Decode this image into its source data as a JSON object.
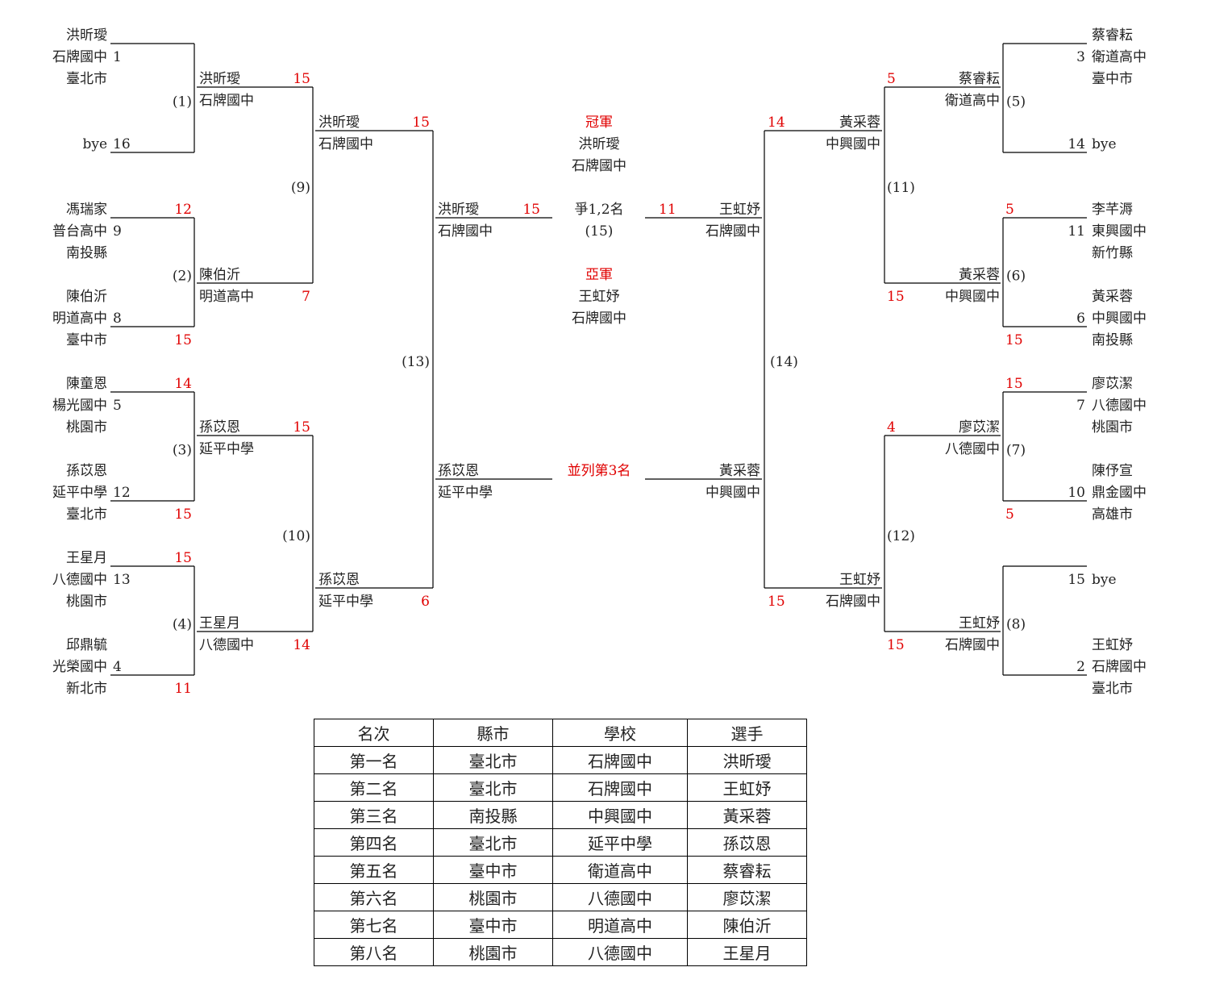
{
  "left": {
    "entries": [
      {
        "name": "洪昕璦",
        "school": "石牌國中",
        "city": "臺北市",
        "seed": "1",
        "score": ""
      },
      {
        "name": "",
        "school": "",
        "city": "",
        "seed": "16",
        "score": "",
        "bye": "bye"
      },
      {
        "name": "馮瑞家",
        "school": "普台高中",
        "city": "南投縣",
        "seed": "9",
        "score": "12"
      },
      {
        "name": "陳伯沂",
        "school": "明道高中",
        "city": "臺中市",
        "seed": "8",
        "score": "15"
      },
      {
        "name": "陳童恩",
        "school": "楊光國中",
        "city": "桃園市",
        "seed": "5",
        "score": "14"
      },
      {
        "name": "孫苡恩",
        "school": "延平中學",
        "city": "臺北市",
        "seed": "12",
        "score": "15"
      },
      {
        "name": "王星月",
        "school": "八德國中",
        "city": "桃園市",
        "seed": "13",
        "score": "15"
      },
      {
        "name": "邱鼎毓",
        "school": "光榮國中",
        "city": "新北市",
        "seed": "4",
        "score": "11"
      }
    ],
    "r1_labels": [
      "(1)",
      "(2)",
      "(3)",
      "(4)"
    ],
    "r2": [
      {
        "name": "洪昕璦",
        "school": "石牌國中",
        "score": "15"
      },
      {
        "name": "陳伯沂",
        "school": "明道高中",
        "score": "7"
      },
      {
        "name": "孫苡恩",
        "school": "延平中學",
        "score": "15"
      },
      {
        "name": "王星月",
        "school": "八德國中",
        "score": "14"
      }
    ],
    "r2_labels": [
      "(9)",
      "(10)"
    ],
    "r3": [
      {
        "name": "洪昕璦",
        "school": "石牌國中",
        "score": "15"
      },
      {
        "name": "孫苡恩",
        "school": "延平中學",
        "score": "6"
      }
    ],
    "r3_label": "(13)",
    "semi": [
      {
        "name": "洪昕璦",
        "school": "石牌國中",
        "score": "15"
      },
      {
        "name": "孫苡恩",
        "school": "延平中學",
        "score": ""
      }
    ]
  },
  "right": {
    "entries": [
      {
        "name": "蔡睿耘",
        "school": "衛道高中",
        "city": "臺中市",
        "seed": "3",
        "score": ""
      },
      {
        "name": "",
        "school": "",
        "city": "",
        "seed": "14",
        "score": "",
        "bye": "bye"
      },
      {
        "name": "李芊溽",
        "school": "東興國中",
        "city": "新竹縣",
        "seed": "11",
        "score": ""
      },
      {
        "name": "黃采蓉",
        "school": "中興國中",
        "city": "南投縣",
        "seed": "6",
        "score": ""
      },
      {
        "name": "廖苡潔",
        "school": "八德國中",
        "city": "桃園市",
        "seed": "7",
        "score": ""
      },
      {
        "name": "陳伃宣",
        "school": "鼎金國中",
        "city": "高雄市",
        "seed": "10",
        "score": ""
      },
      {
        "name": "",
        "school": "",
        "city": "",
        "seed": "15",
        "score": "",
        "bye": "bye"
      },
      {
        "name": "王虹妤",
        "school": "石牌國中",
        "city": "臺北市",
        "seed": "2",
        "score": ""
      }
    ],
    "r1_scores": [
      "5",
      "15",
      "15",
      "5"
    ],
    "r1_labels": [
      "(5)",
      "(6)",
      "(7)",
      "(8)"
    ],
    "r2": [
      {
        "name": "蔡睿耘",
        "school": "衛道高中",
        "score": "5"
      },
      {
        "name": "黃采蓉",
        "school": "中興國中",
        "score": "15"
      },
      {
        "name": "廖苡潔",
        "school": "八德國中",
        "score": "4"
      },
      {
        "name": "王虹妤",
        "school": "石牌國中",
        "score": "15"
      }
    ],
    "r2_labels": [
      "(11)",
      "(12)"
    ],
    "r3": [
      {
        "name": "黃采蓉",
        "school": "中興國中",
        "score": "14"
      },
      {
        "name": "王虹妤",
        "school": "石牌國中",
        "score": "15"
      }
    ],
    "r3_label": "(14)",
    "semi": [
      {
        "name": "王虹妤",
        "school": "石牌國中",
        "score": "11"
      },
      {
        "name": "黃采蓉",
        "school": "中興國中",
        "score": ""
      }
    ]
  },
  "center": {
    "champion_title": "冠軍",
    "champion_name": "洪昕璦",
    "champion_school": "石牌國中",
    "final_title": "爭1,2名",
    "final_label": "(15)",
    "runner_title": "亞軍",
    "runner_name": "王虹妤",
    "runner_school": "石牌國中",
    "third_title": "並列第3名"
  },
  "ranking": {
    "headers": [
      "名次",
      "縣市",
      "學校",
      "選手"
    ],
    "rows": [
      [
        "第一名",
        "臺北市",
        "石牌國中",
        "洪昕璦"
      ],
      [
        "第二名",
        "臺北市",
        "石牌國中",
        "王虹妤"
      ],
      [
        "第三名",
        "南投縣",
        "中興國中",
        "黃采蓉"
      ],
      [
        "第四名",
        "臺北市",
        "延平中學",
        "孫苡恩"
      ],
      [
        "第五名",
        "臺中市",
        "衛道高中",
        "蔡睿耘"
      ],
      [
        "第六名",
        "桃園市",
        "八德國中",
        "廖苡潔"
      ],
      [
        "第七名",
        "臺中市",
        "明道高中",
        "陳伯沂"
      ],
      [
        "第八名",
        "桃園市",
        "八德國中",
        "王星月"
      ]
    ]
  },
  "colors": {
    "score": "#e00000",
    "line": "#000000",
    "text": "#222222"
  }
}
